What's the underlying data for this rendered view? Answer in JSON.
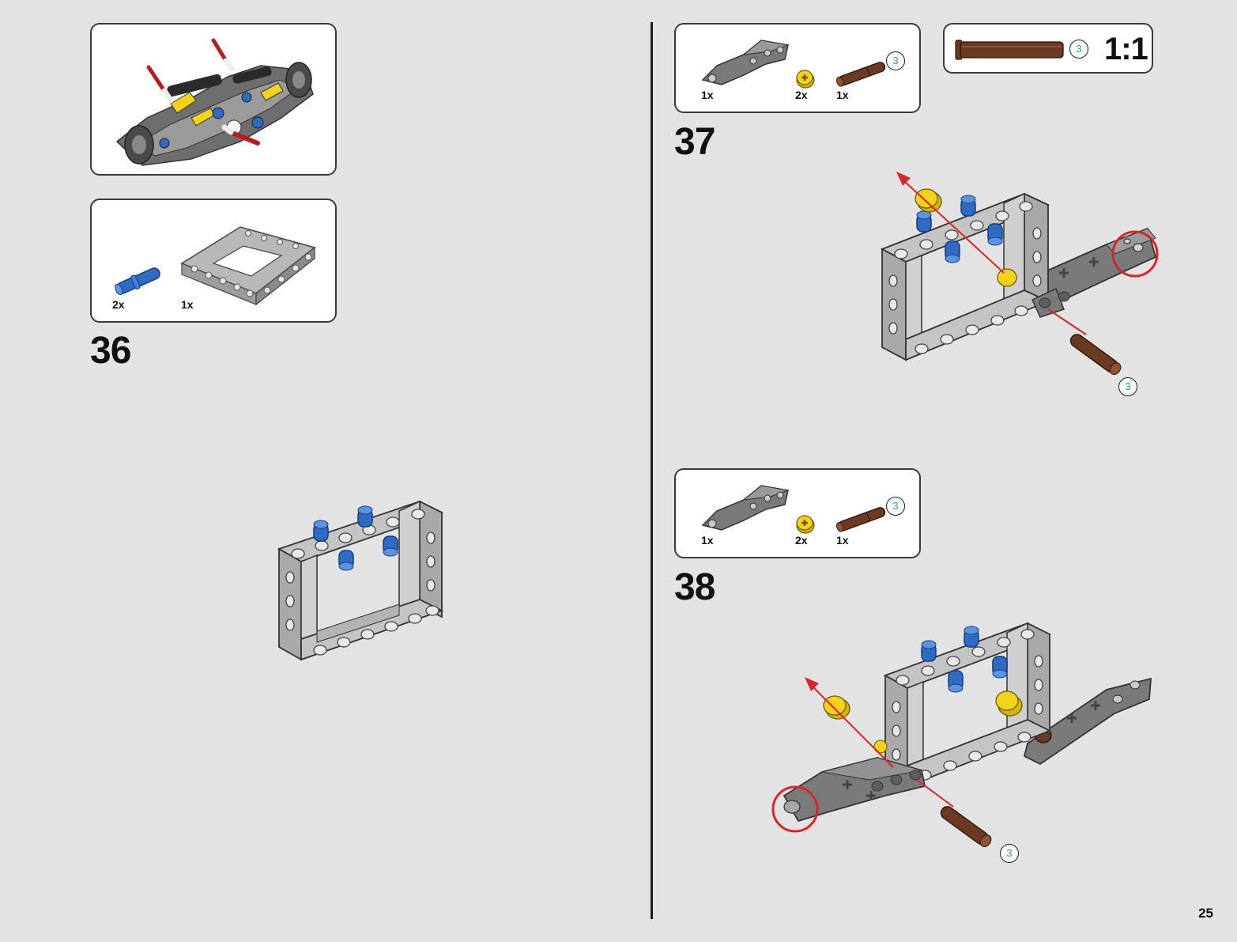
{
  "page": {
    "number": "25"
  },
  "steps": [
    {
      "number": "36",
      "parts": [
        {
          "qty": "2x"
        },
        {
          "qty": "1x"
        }
      ]
    },
    {
      "number": "37",
      "parts": [
        {
          "qty": "1x"
        },
        {
          "qty": "2x"
        },
        {
          "qty": "1x",
          "length_badge": "3"
        }
      ],
      "callout_badge": "3"
    },
    {
      "number": "38",
      "parts": [
        {
          "qty": "1x"
        },
        {
          "qty": "2x"
        },
        {
          "qty": "1x",
          "length_badge": "3"
        }
      ],
      "callout_badge": "3"
    }
  ],
  "scale_box": {
    "length_badge": "3",
    "label": "1:1"
  },
  "colors": {
    "background": "#e3e3e3",
    "frame_grey": "#b8b8b8",
    "dark_grey": "#7a7a7a",
    "pin_blue": "#2f6bc4",
    "bush_yellow": "#f2d318",
    "axle_brown": "#6b3a22",
    "arrow_red": "#d8262b",
    "badge_teal": "#2a9ab8"
  },
  "icons": [
    "submodel-assembly-icon",
    "blue-pin-icon",
    "grey-frame-icon",
    "dark-grey-liftarm-icon",
    "yellow-bush-icon",
    "brown-axle-pin-icon",
    "red-arrow-icon",
    "red-highlight-circle-icon"
  ]
}
